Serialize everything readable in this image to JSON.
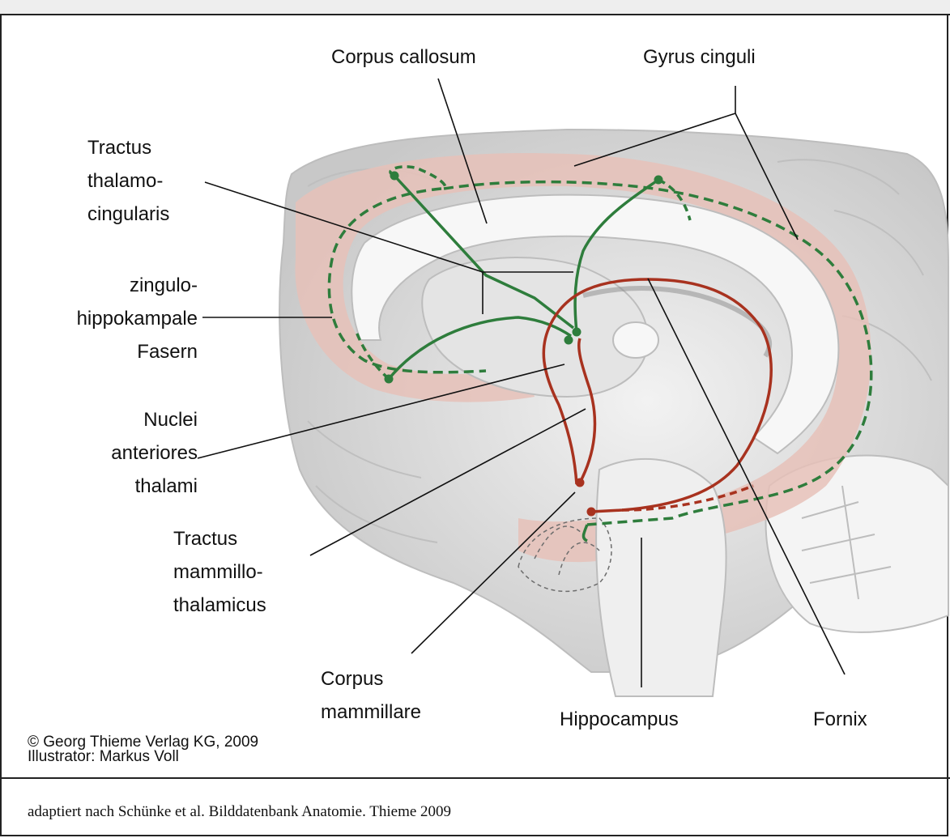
{
  "labels": {
    "corpus_callosum": "Corpus callosum",
    "gyrus_cinguli": "Gyrus cinguli",
    "tractus_thalamocingularis": [
      "Tractus",
      "thalamo-",
      "cingularis"
    ],
    "zingulo_fasern": [
      "zingulo-",
      "hippokampale",
      "Fasern"
    ],
    "nuclei_anteriores": [
      "Nuclei",
      "anteriores",
      "thalami"
    ],
    "tractus_mammillothalamicus": [
      "Tractus",
      "mammillo-",
      "thalamicus"
    ],
    "corpus_mammillare": [
      "Corpus",
      "mammillare"
    ],
    "hippocampus": "Hippocampus",
    "fornix": "Fornix"
  },
  "copyright": [
    "© Georg Thieme Verlag KG, 2009",
    "Illustrator: Markus Voll"
  ],
  "caption": "adaptiert nach Schünke et al. Bilddatenbank Anatomie. Thieme 2009",
  "colors": {
    "green_pathway": "#2e7d3c",
    "red_pathway": "#a8321f",
    "gyrus_fill": "#e6c1b8",
    "brain_gray": "#d9d9d9"
  }
}
